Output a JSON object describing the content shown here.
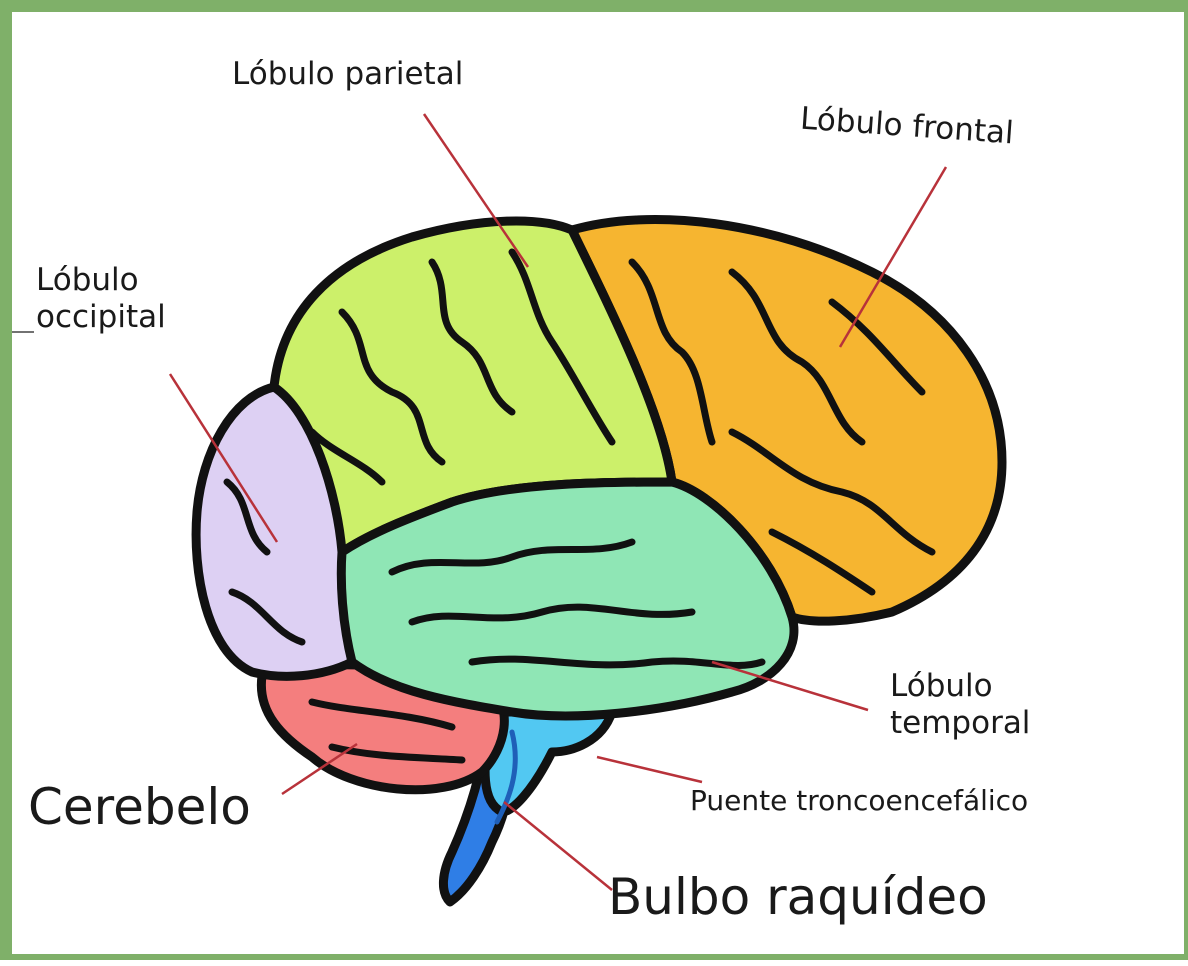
{
  "colors": {
    "frame": "#7fb069",
    "parietal": "#ccf06a",
    "frontal": "#f6b530",
    "occipital": "#ddd0f3",
    "temporal": "#8fe6b5",
    "cerebelo": "#f47e7e",
    "puente": "#52c8f2",
    "bulbo": "#2f7ee6",
    "leader_lines": "#b8323a",
    "outline": "#111111"
  },
  "labels": {
    "parietal": "Lóbulo parietal",
    "frontal": "Lóbulo frontal",
    "occipital_1": "Lóbulo",
    "occipital_2": "occipital",
    "temporal_1": "Lóbulo",
    "temporal_2": "temporal",
    "puente": "Puente troncoencefálico",
    "cerebelo": "Cerebelo",
    "bulbo": "Bulbo raquídeo"
  }
}
